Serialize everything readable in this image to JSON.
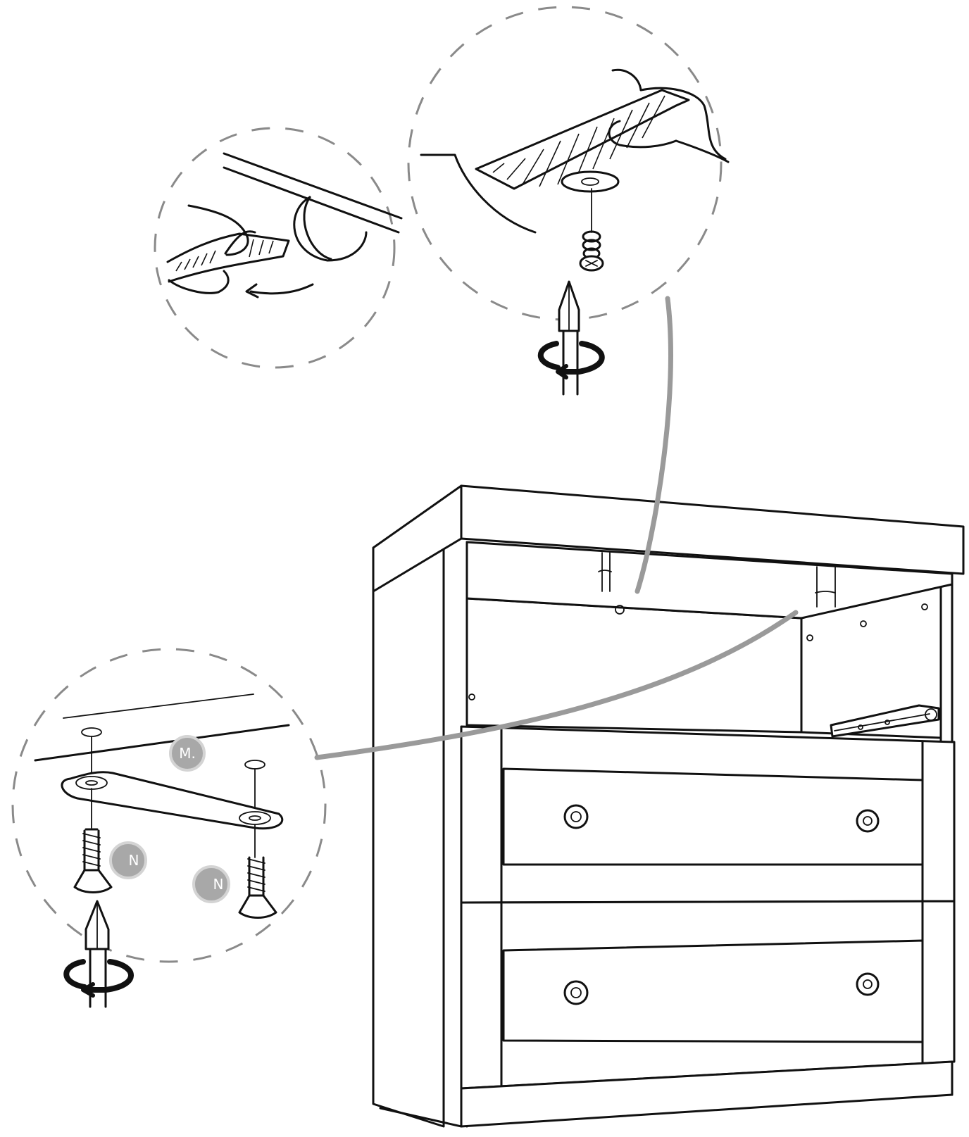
{
  "badges": [
    {
      "id": "badge-m",
      "label": "M."
    },
    {
      "id": "badge-n-left",
      "label": "N"
    },
    {
      "id": "badge-n-right",
      "label": "N"
    }
  ]
}
